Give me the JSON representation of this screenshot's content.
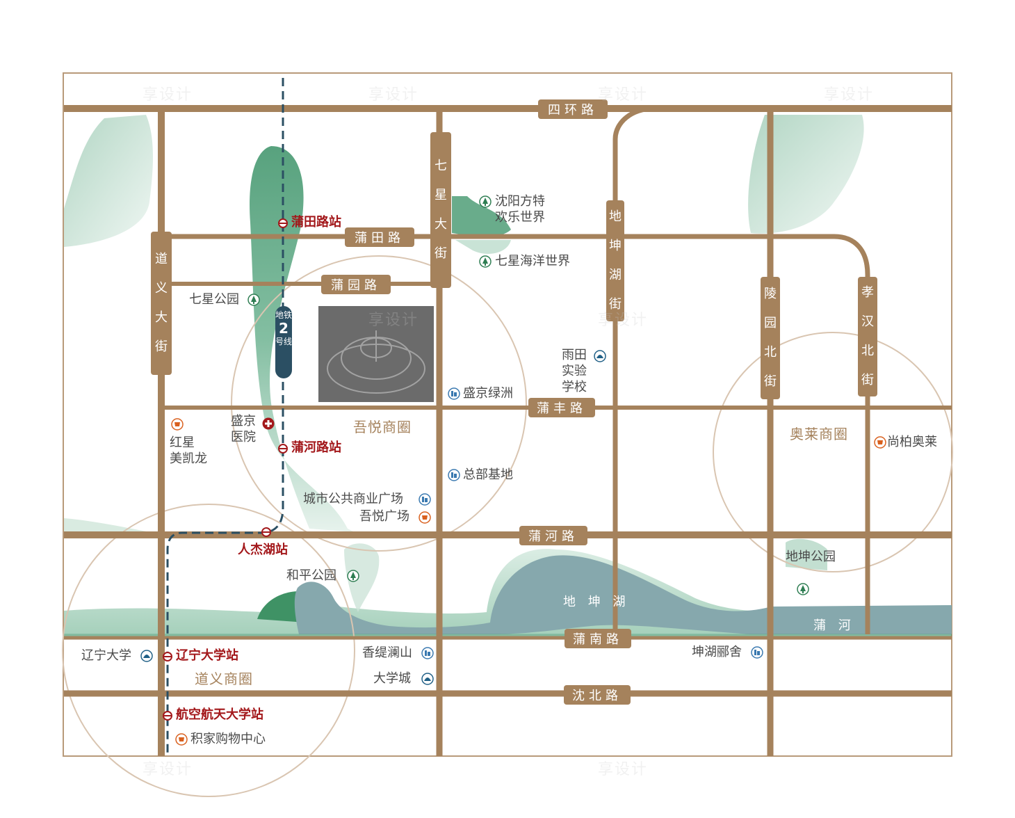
{
  "roads": {
    "ring4": "四环路",
    "putian": "蒲田路",
    "puyuan": "蒲园路",
    "pufeng": "蒲丰路",
    "puhe": "蒲河路",
    "punan": "蒲南路",
    "shenbei": "沈北路",
    "qixing": [
      "七",
      "星",
      "大",
      "街"
    ],
    "daoyi": [
      "道",
      "义",
      "大",
      "街"
    ],
    "dikunhu": [
      "地",
      "坤",
      "湖",
      "街"
    ],
    "lingyuan": [
      "陵",
      "园",
      "北",
      "街"
    ],
    "xiaohan": [
      "孝",
      "汉",
      "北",
      "街"
    ]
  },
  "metro": {
    "line_top": "地铁",
    "line_num": "2",
    "line_bottom": "号线"
  },
  "stations": {
    "putian": "蒲田路站",
    "puhe": "蒲河路站",
    "renjiehu": "人杰湖站",
    "liaoda": "辽宁大学站",
    "hangkong": "航空航天大学站"
  },
  "pois": {
    "fantawild_1": "沈阳方特",
    "fantawild_2": "欢乐世界",
    "ocean": "七星海洋世界",
    "qixing_park": "七星公园",
    "yutian_1": "雨田",
    "yutian_2": "实验",
    "yutian_3": "学校",
    "shengjing_lvzhou": "盛京绿洲",
    "hospital_1": "盛京",
    "hospital_2": "医院",
    "redstar_1": "红星",
    "redstar_2": "美凯龙",
    "hq_base": "总部基地",
    "city_plaza": "城市公共商业广场",
    "wuyue_plaza": "吾悦广场",
    "heping_park": "和平公园",
    "dikun_park": "地坤公园",
    "shangbai": "尚柏奥莱",
    "liaoning_univ": "辽宁大学",
    "xiangti": "香缇澜山",
    "daxuecheng": "大学城",
    "kunhu": "坤湖郦舍",
    "jijia": "积家购物中心"
  },
  "circles": {
    "wuyue": "吾悦商圈",
    "aolai": "奥莱商圈",
    "daoyi": "道义商圈"
  },
  "water": {
    "lake": "地 坤 湖",
    "river": "蒲 河"
  },
  "watermark": "享设计",
  "colors": {
    "road": "#a5825c",
    "green": "#6aae8e",
    "water": "#86a8ad",
    "metro": "#2b4f63",
    "station": "#a3181b"
  }
}
